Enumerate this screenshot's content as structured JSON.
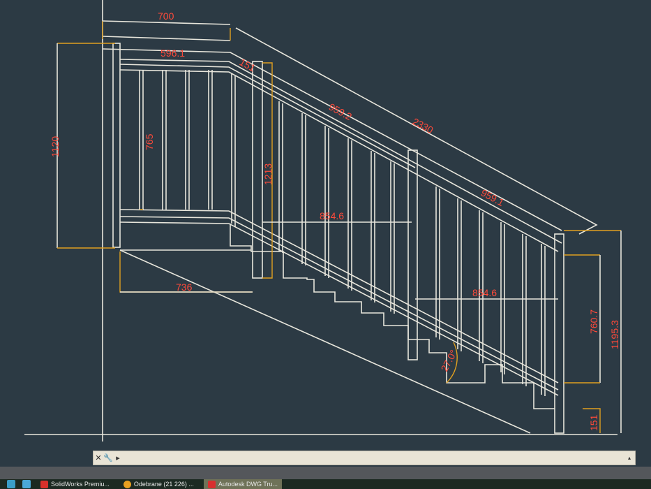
{
  "drawing": {
    "dimensions": {
      "top_width": "700",
      "upper_rail_width": "596.1",
      "rail_offset": "151",
      "total_height_left": "1120",
      "baluster_height": "765",
      "post_height": "1213",
      "rail_segment_upper": "959.2",
      "handrail_length": "2330",
      "rail_segment_lower": "959.1",
      "inner_width_upper": "854.6",
      "inner_width_lower": "854.6",
      "landing_width": "736",
      "stair_angle": "27.0°",
      "right_infill_height": "760.7",
      "right_total_height": "1195.3",
      "bottom_offset": "151"
    },
    "colors": {
      "background": "#2c3a44",
      "geometry": "#e8e6dc",
      "dimension_lines": "#e0a020",
      "dimension_text": "#ff4a3a"
    }
  },
  "command_line": {
    "close_icon": "close-icon",
    "settings_icon": "wrench-icon",
    "prompt_icon": "command-prompt-icon",
    "value": ""
  },
  "taskbar": {
    "apps": [
      {
        "label": "SolidWorks Premiu...",
        "color": "#d8302a"
      },
      {
        "label": "Odebrane (21 226) ...",
        "color": "#e8a020"
      },
      {
        "label": "Autodesk DWG Tru...",
        "color": "#d83030",
        "active": true
      }
    ]
  }
}
